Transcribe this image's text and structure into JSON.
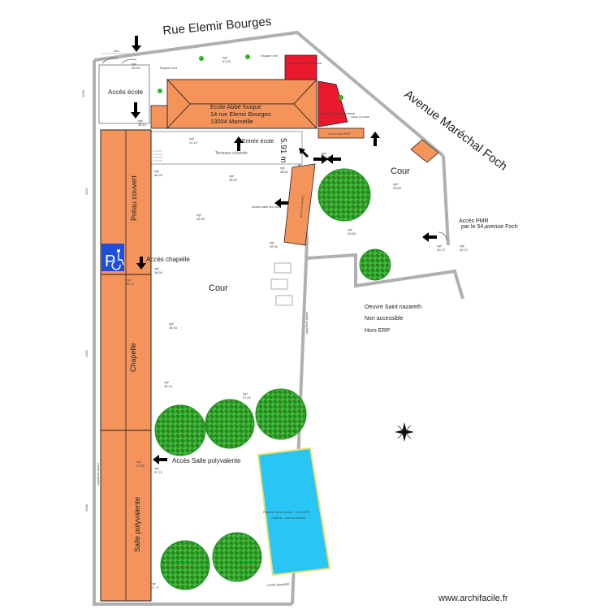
{
  "streets": {
    "north": "Rue Elemir Bourges",
    "east": "Avenue Maréchal Foch"
  },
  "school": {
    "name": "Ecole Abbé fouque",
    "address_line1": "14 rue Elemir Bourges",
    "address_line2": "13004 Marseille"
  },
  "labels": {
    "acces_ecole": "Accès école",
    "espace_vert_1": "Espace vert",
    "espace_vert_2": "Espace vert",
    "nouvelle_salle_1": "Nouvelle salle de classe",
    "nouvelle_salle_2": "Nouvelle salle de classe",
    "classe_hors_erp": "Classe hors ERP",
    "local_hors_erp": "Local hors ERP",
    "entree_ecole": "Entrée école",
    "dimension": "5.91 m",
    "terrasse": "Terrasse couverte",
    "preau": "Préau couvert",
    "acces_chapelle": "Accès chapelle",
    "chapelle": "Chapelle",
    "salle_poly": "Salle polyvalente",
    "acces_salle_poly": "Accès Salle polyvalente",
    "cour_main": "Cour",
    "cour_east": "Cour",
    "acces_salle_cour": "Accès salle sur cour",
    "classe_rot": "Classe sur cour",
    "acces_pmr_1": "Accès PMR",
    "acces_pmr_2": "par le 54,avenue Foch",
    "oeuvre": "Oeuvre Saint nazareth",
    "non_accessible": "Non accessible",
    "hors_erp": "Hors ERP",
    "limite_1": "Limite propriété",
    "limite_2": "Limite propriété",
    "limite_3": "Limite propriété",
    "piscine_1": "Piscine Hors service - Hors ERP",
    "piscine_2": "Clôturé - non accessible",
    "watermark": "www.archifacile.fr"
  },
  "dimensions": {
    "d324": "324",
    "d1003": "1003",
    "d2437": "2437",
    "d2352": "2352",
    "d2000": "2000"
  },
  "levels": {
    "l1": "38,08",
    "l2": "41,20",
    "l3": "38,14",
    "l4": "41,10",
    "l5": "41,10",
    "l6": "38,26",
    "l7": "38,91",
    "l8": "38,81",
    "l9": "38,35",
    "l10": "38,30",
    "l11": "38,65",
    "l12": "40,65",
    "l13": "40,72",
    "l14": "40,72",
    "l15": "38,72",
    "l16": "38,94",
    "l17": "38,53",
    "l18": "38,16",
    "l19": "37,62",
    "l20": "37,50",
    "l21": "37,74",
    "l22": "37,72",
    "prefix": "ngf"
  },
  "colors": {
    "building": "#f4935a",
    "new_class": "#e8192c",
    "pool": "#29c6f5",
    "tree": "#2db52d",
    "wall": "#b0b0b0"
  }
}
